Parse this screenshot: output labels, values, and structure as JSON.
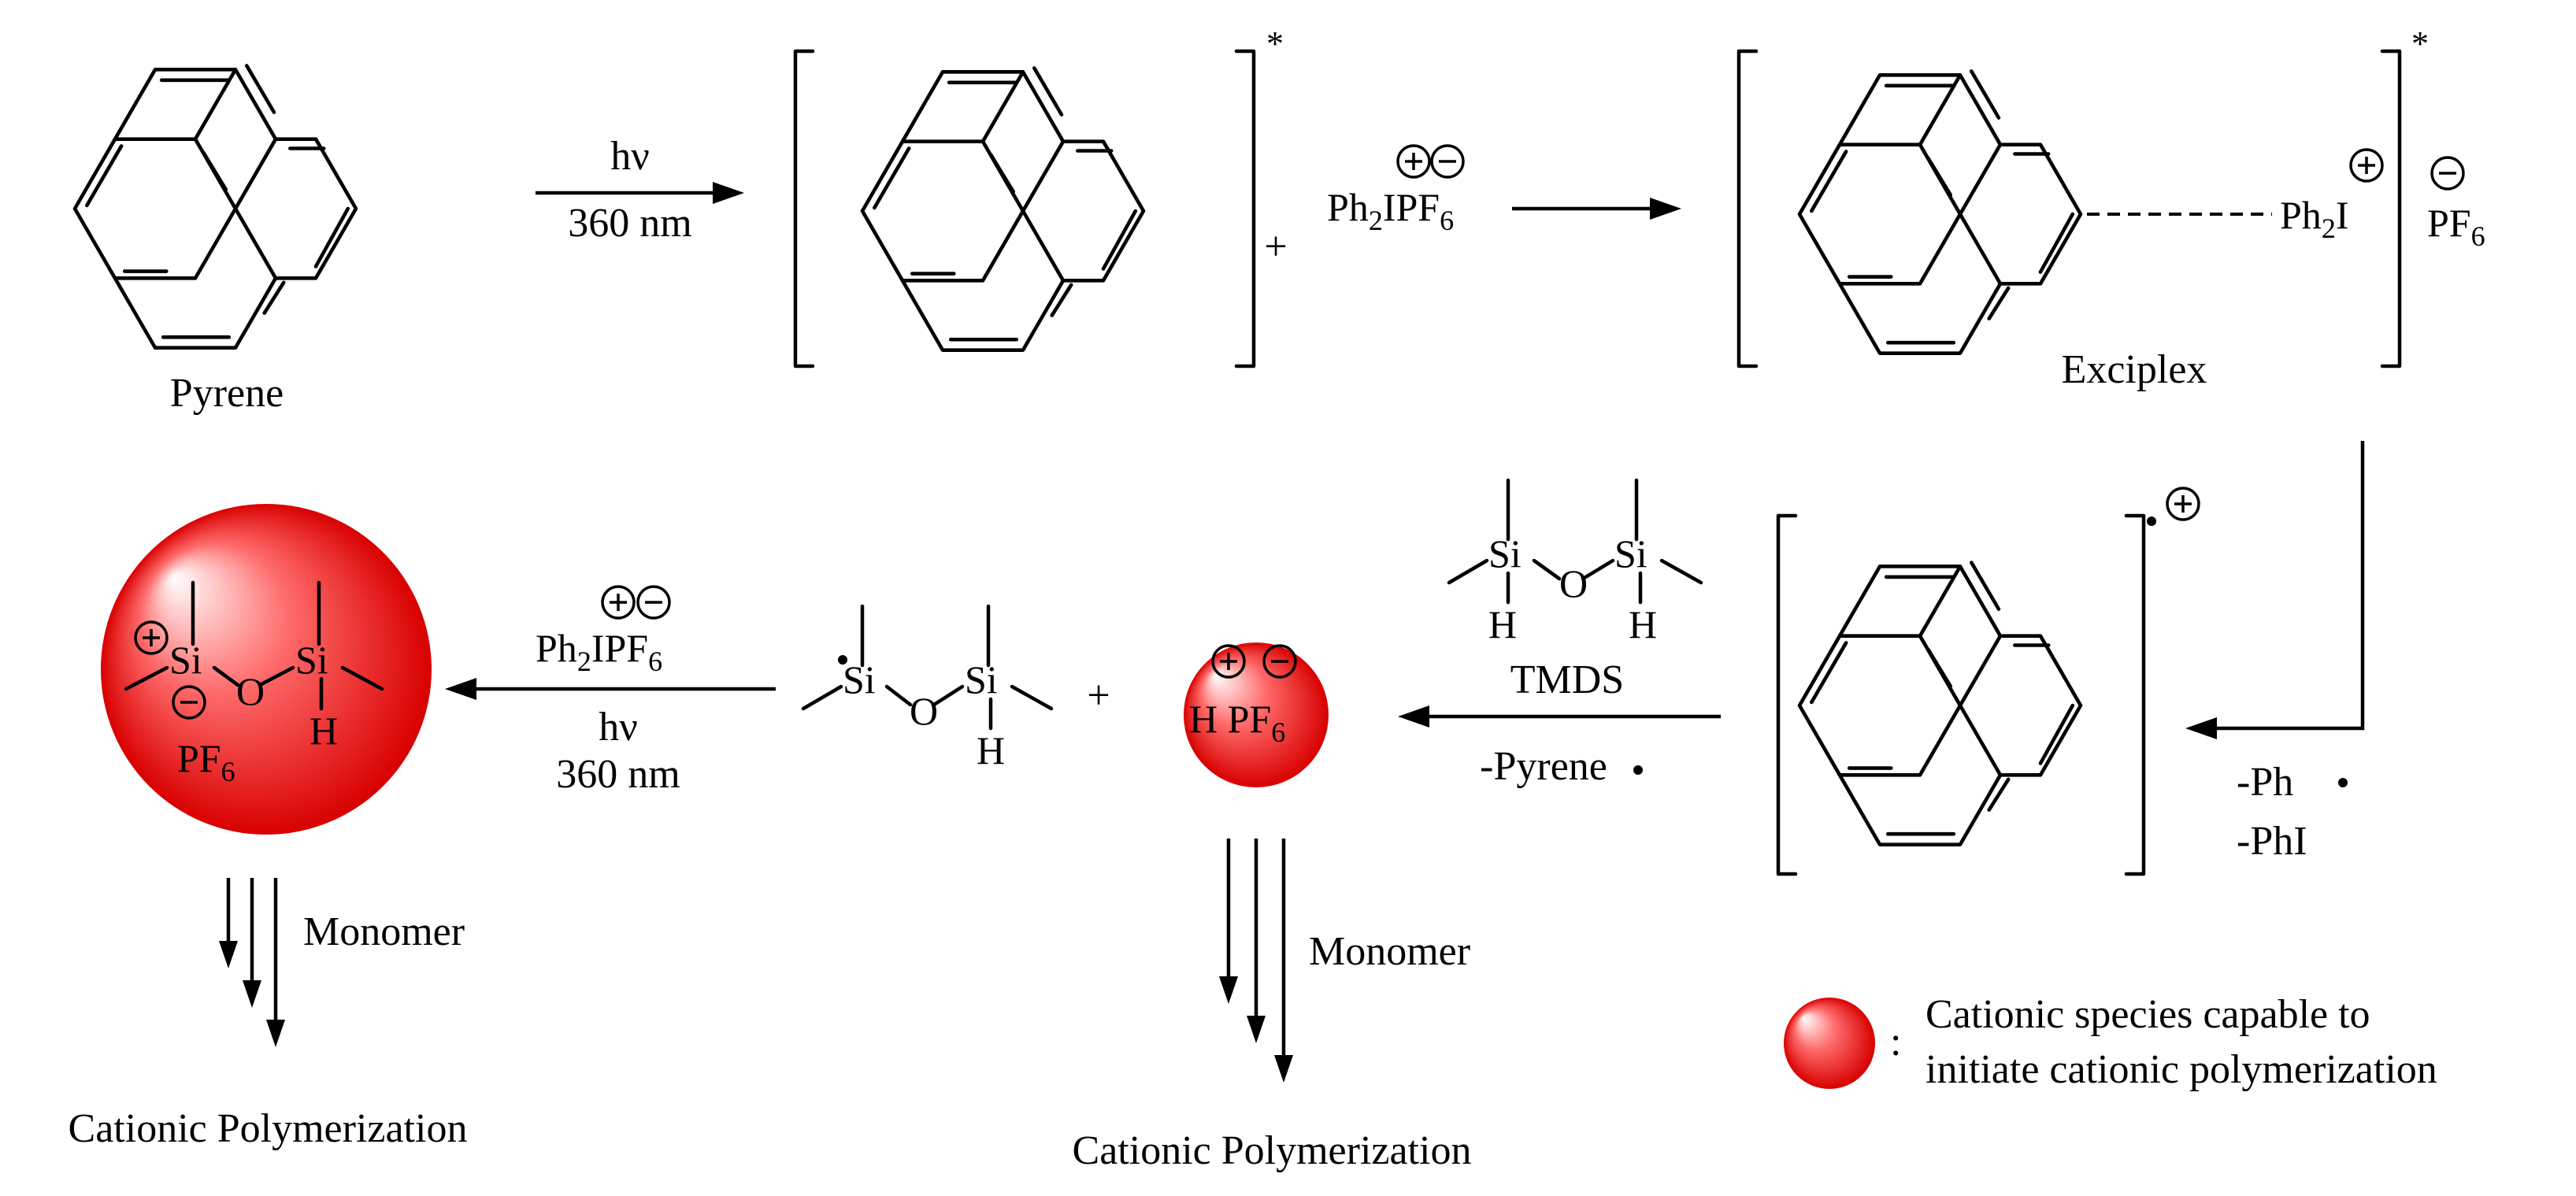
{
  "labels": {
    "pyrene": "Pyrene",
    "exciplex": "Exciplex",
    "hv": "hν",
    "wavelength": "360 nm",
    "plus": "+",
    "star": "*",
    "iodonium_salt": {
      "base": "Ph",
      "sub2": "2",
      "mid": "IPF",
      "sub6": "6"
    },
    "ph2i": {
      "base": "Ph",
      "sub2": "2",
      "tail": "I"
    },
    "pf6": {
      "base": "PF",
      "sub6": "6"
    },
    "si": "Si",
    "o": "O",
    "h": "H",
    "h_pf6": "H PF",
    "tmds": "TMDS",
    "minus_pyrene": "-Pyrene",
    "minus_ph": "-Ph",
    "minus_phi": "-PhI",
    "monomer": "Monomer",
    "cationic_polymerization": "Cationic Polymerization",
    "legend_colon": ":",
    "legend_line1": "Cationic species capable to",
    "legend_line2": "initiate cationic polymerization"
  },
  "colors": {
    "sphere_center": "#ffffff",
    "sphere_mid": "#ff6060",
    "sphere_edge": "#dd0000",
    "ink": "#000000"
  },
  "icons": {
    "plus_charge": "circled-plus",
    "minus_charge": "circled-minus",
    "radical": "dot"
  }
}
